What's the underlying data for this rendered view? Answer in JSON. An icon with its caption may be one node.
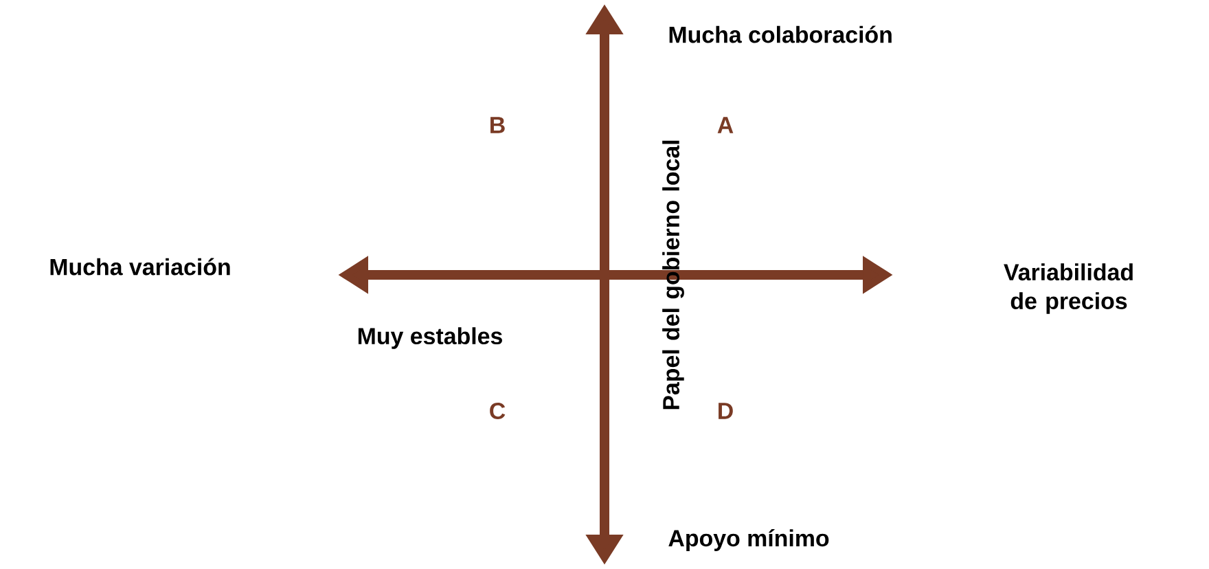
{
  "diagram": {
    "labels": [
      "Mucha colaboración",
      "B",
      "A",
      "Mucha variación",
      "Variabilidad de precios",
      "Papel del gobierno local",
      "Muy estables",
      "C",
      "D",
      "Apoyo mínimo"
    ]
  }
}
